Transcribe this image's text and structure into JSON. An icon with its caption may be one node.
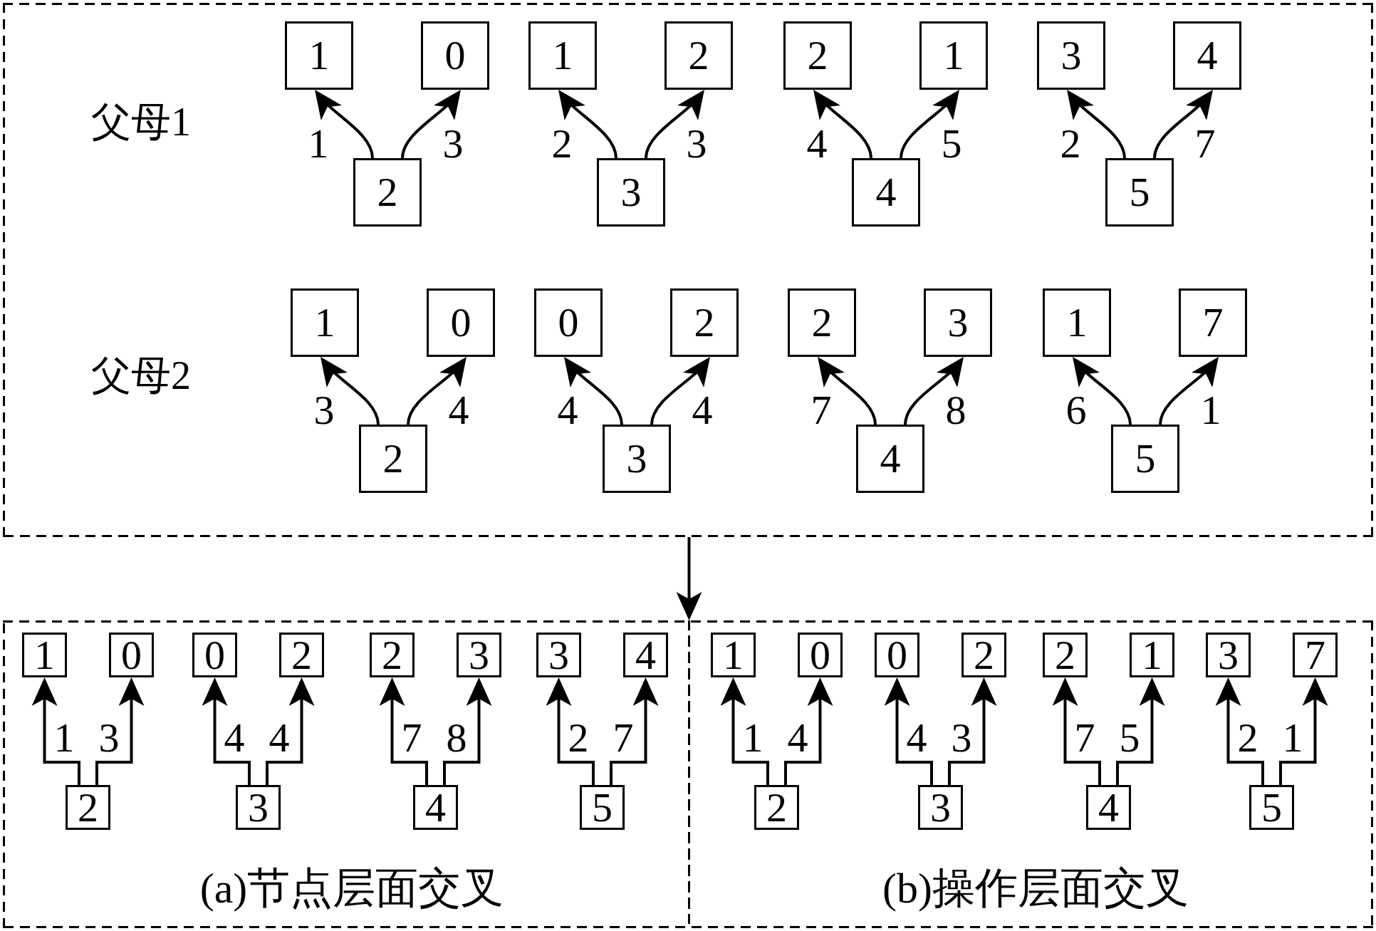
{
  "diagram": {
    "nodes": [
      {
        "text": [],
        "shape": "box"
      },
      {
        "text": [
          "1"
        ],
        "in": 0
      },
      {
        "text": [
          "0"
        ],
        "in": 0
      },
      {
        "text": [
          "1"
        ],
        "in": 0
      },
      {
        "text": [
          "2"
        ],
        "in": 0
      },
      {
        "text": [
          "2"
        ],
        "in": 0
      },
      {
        "text": [
          "1"
        ],
        "in": 0
      },
      {
        "text": [
          "3"
        ],
        "in": 0
      },
      {
        "text": [
          "4"
        ],
        "in": 0
      },
      {
        "text": [
          "2"
        ],
        "in": 0
      },
      {
        "text": [
          "3"
        ],
        "in": 0
      },
      {
        "text": [
          "4"
        ],
        "in": 0
      },
      {
        "text": [
          "5"
        ],
        "in": 0
      },
      {
        "text": [
          "1"
        ],
        "in": 0
      },
      {
        "text": [
          "0"
        ],
        "in": 0
      },
      {
        "text": [
          "0"
        ],
        "in": 0
      },
      {
        "text": [
          "2"
        ],
        "in": 0
      },
      {
        "text": [
          "2"
        ],
        "in": 0
      },
      {
        "text": [
          "3"
        ],
        "in": 0
      },
      {
        "text": [
          "1"
        ],
        "in": 0
      },
      {
        "text": [
          "7"
        ],
        "in": 0
      },
      {
        "text": [
          "2"
        ],
        "in": 0
      },
      {
        "text": [
          "3"
        ],
        "in": 0
      },
      {
        "text": [
          "4"
        ],
        "in": 0
      },
      {
        "text": [
          "5"
        ],
        "in": 0
      },
      {
        "text": [],
        "shape": "box"
      },
      {
        "text": [
          "(a)节点层面交叉"
        ],
        "in": 25
      },
      {
        "text": [
          "1"
        ],
        "in": 26
      },
      {
        "text": [
          "0"
        ],
        "in": 26
      },
      {
        "text": [
          "0"
        ],
        "in": 26
      },
      {
        "text": [
          "2"
        ],
        "in": 26
      },
      {
        "text": [
          "2"
        ],
        "in": 26
      },
      {
        "text": [
          "3"
        ],
        "in": 26
      },
      {
        "text": [
          "3"
        ],
        "in": 26
      },
      {
        "text": [
          "4"
        ],
        "in": 26
      },
      {
        "text": [
          "2"
        ],
        "in": 26
      },
      {
        "text": [
          "3"
        ],
        "in": 26
      },
      {
        "text": [
          "4"
        ],
        "in": 26
      },
      {
        "text": [
          "5"
        ],
        "in": 26
      },
      {
        "text": [
          "(b)操作层面交叉"
        ],
        "in": 25
      },
      {
        "text": [
          "1"
        ],
        "in": 39
      },
      {
        "text": [
          "0"
        ],
        "in": 39
      },
      {
        "text": [
          "0"
        ],
        "in": 39
      },
      {
        "text": [
          "2"
        ],
        "in": 39
      },
      {
        "text": [
          "2"
        ],
        "in": 39
      },
      {
        "text": [
          "1"
        ],
        "in": 39
      },
      {
        "text": [
          "3"
        ],
        "in": 39
      },
      {
        "text": [
          "7"
        ],
        "in": 39
      },
      {
        "text": [
          "2"
        ],
        "in": 39
      },
      {
        "text": [
          "3"
        ],
        "in": 39
      },
      {
        "text": [
          "4"
        ],
        "in": 39
      },
      {
        "text": [
          "5"
        ],
        "in": 39
      }
    ],
    "edges": [
      {
        "from": 9,
        "to": 1,
        "arrow": "to",
        "label": "1"
      },
      {
        "from": 9,
        "to": 2,
        "arrow": "to",
        "label": "3"
      },
      {
        "from": 10,
        "to": 3,
        "arrow": "to",
        "label": "2"
      },
      {
        "from": 10,
        "to": 4,
        "arrow": "to",
        "label": "3"
      },
      {
        "from": 11,
        "to": 5,
        "arrow": "to",
        "label": "4"
      },
      {
        "from": 11,
        "to": 6,
        "arrow": "to",
        "label": "5"
      },
      {
        "from": 12,
        "to": 7,
        "arrow": "to",
        "label": "2"
      },
      {
        "from": 12,
        "to": 8,
        "arrow": "to",
        "label": "7"
      },
      {
        "from": 21,
        "to": 13,
        "arrow": "to",
        "label": "3"
      },
      {
        "from": 21,
        "to": 14,
        "arrow": "to",
        "label": "4"
      },
      {
        "from": 22,
        "to": 15,
        "arrow": "to",
        "label": "4"
      },
      {
        "from": 22,
        "to": 16,
        "arrow": "to",
        "label": "4"
      },
      {
        "from": 23,
        "to": 17,
        "arrow": "to",
        "label": "7"
      },
      {
        "from": 23,
        "to": 18,
        "arrow": "to",
        "label": "8"
      },
      {
        "from": 24,
        "to": 19,
        "arrow": "to",
        "label": "6"
      },
      {
        "from": 24,
        "to": 20,
        "arrow": "to",
        "label": "1"
      },
      {
        "from": 0,
        "to": 25,
        "arrow": "to"
      },
      {
        "from": 35,
        "to": 27,
        "arrow": "to",
        "label": "1"
      },
      {
        "from": 35,
        "to": 28,
        "arrow": "to",
        "label": "3"
      },
      {
        "from": 36,
        "to": 29,
        "arrow": "to",
        "label": "4"
      },
      {
        "from": 36,
        "to": 30,
        "arrow": "to",
        "label": "4"
      },
      {
        "from": 37,
        "to": 31,
        "arrow": "to",
        "label": "7"
      },
      {
        "from": 37,
        "to": 32,
        "arrow": "to",
        "label": "8"
      },
      {
        "from": 38,
        "to": 33,
        "arrow": "to",
        "label": "2"
      },
      {
        "from": 38,
        "to": 34,
        "arrow": "to",
        "label": "7"
      },
      {
        "from": 48,
        "to": 40,
        "arrow": "to",
        "label": "1"
      },
      {
        "from": 48,
        "to": 41,
        "arrow": "to",
        "label": "4"
      },
      {
        "from": 49,
        "to": 42,
        "arrow": "to",
        "label": "4"
      },
      {
        "from": 49,
        "to": 43,
        "arrow": "to",
        "label": "3"
      },
      {
        "from": 50,
        "to": 44,
        "arrow": "to",
        "label": "7"
      },
      {
        "from": 50,
        "to": 45,
        "arrow": "to",
        "label": "5"
      },
      {
        "from": 51,
        "to": 46,
        "arrow": "to",
        "label": "2"
      },
      {
        "from": 51,
        "to": 47,
        "arrow": "to",
        "label": "1"
      }
    ],
    "labels": [
      "父母1",
      "父母2"
    ]
  }
}
